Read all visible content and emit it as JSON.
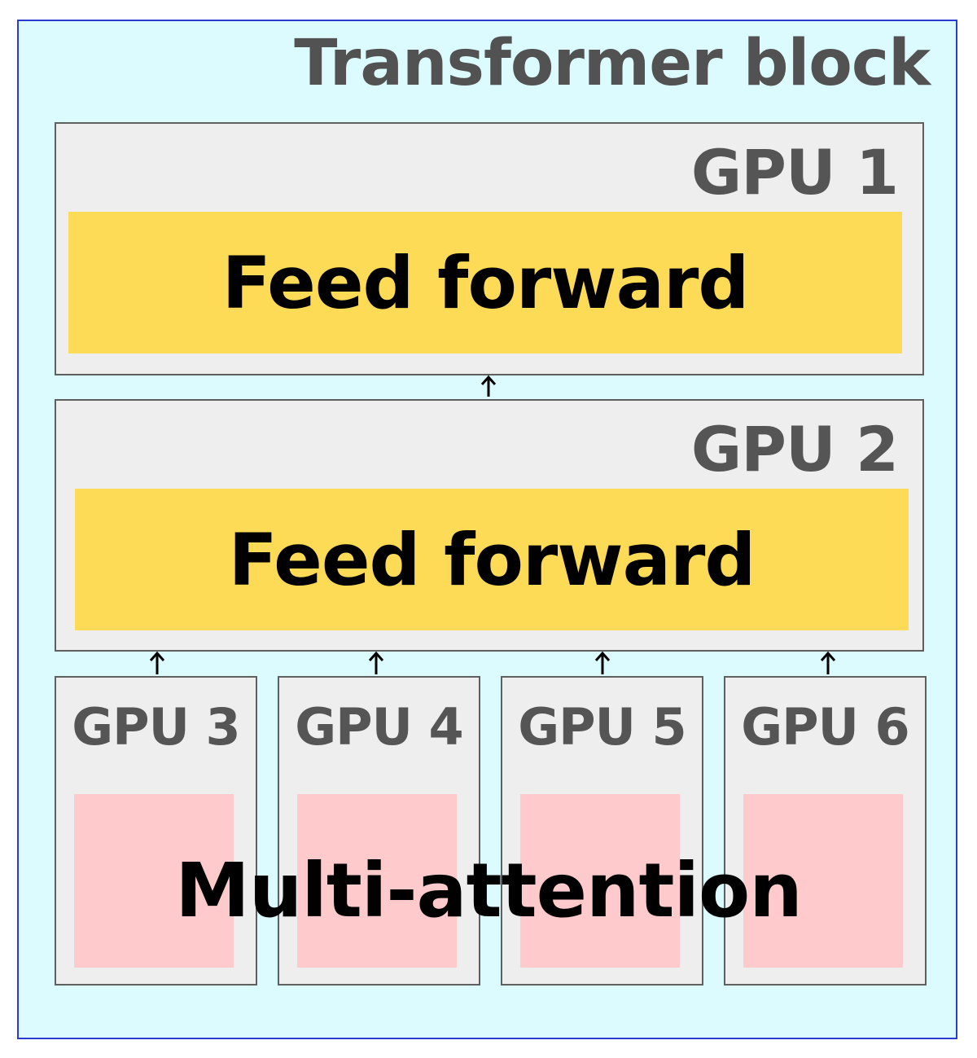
{
  "title": "Transformer block",
  "gpus": {
    "gpu1": {
      "label": "GPU 1",
      "layer": "Feed forward"
    },
    "gpu2": {
      "label": "GPU 2",
      "layer": "Feed forward"
    },
    "attention_gpus": [
      {
        "label": "GPU 3"
      },
      {
        "label": "GPU 4"
      },
      {
        "label": "GPU 5"
      },
      {
        "label": "GPU 6"
      }
    ]
  },
  "attention_label": "Multi-attention",
  "colors": {
    "block_bg": "#dcfbfe",
    "block_border": "#2b3bd0",
    "gpu_bg": "#eeeeee",
    "feed_forward": "#fddb57",
    "attention": "#fecacb"
  }
}
